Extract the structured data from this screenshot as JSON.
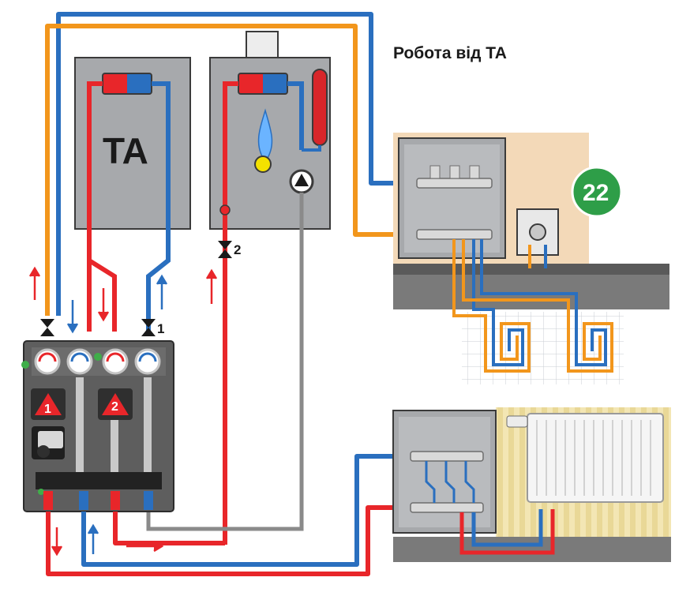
{
  "title": "Робота від ТА",
  "boiler_ta": {
    "label": "TA"
  },
  "valve_labels": {
    "valve_1": "1",
    "valve_2": "2"
  },
  "pump_labels": {
    "pump_1": "1",
    "pump_2": "2"
  },
  "zone_badge": {
    "value": "22"
  },
  "colors": {
    "hot": "#e8262a",
    "cold": "#2a6fbf",
    "orange": "#f2961c",
    "grey": "#8a8a8a",
    "panel": "#a7a9ac",
    "dark": "#3a3a3a",
    "badge": "#2e9e48"
  }
}
